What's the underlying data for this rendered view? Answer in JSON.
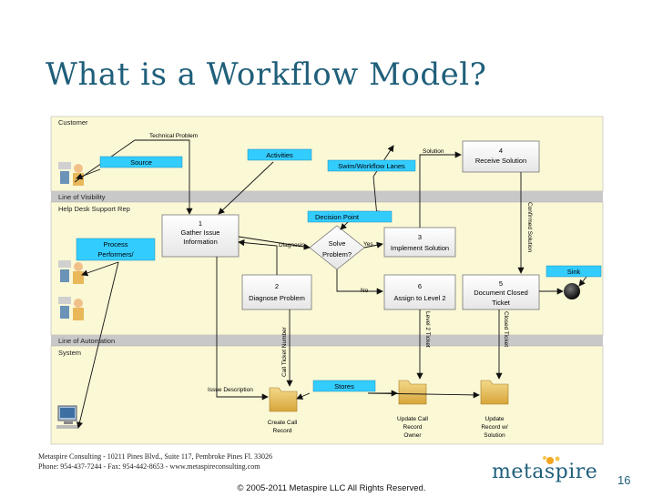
{
  "title": "What is a Workflow Model?",
  "lanes": {
    "customer": "Customer",
    "visibility": "Line of Visibility",
    "helpdesk": "Help Desk Support Rep",
    "automation": "Line of Automation",
    "system": "System"
  },
  "callouts": {
    "source": "Source",
    "activities": "Activities",
    "swim": "Swim/Workflow Lanes",
    "decision": "Decision Point",
    "process_performers_1": "Process",
    "process_performers_2": "Performers/",
    "sink": "Sink",
    "stores": "Stores"
  },
  "boxes": {
    "b1": {
      "num": "1",
      "line1": "Gather Issue",
      "line2": "Information"
    },
    "b2": {
      "num": "2",
      "line1": "Diagnose Problem"
    },
    "b3": {
      "num": "3",
      "line1": "Implement Solution"
    },
    "b4": {
      "num": "4",
      "line1": "Receive Solution"
    },
    "b5": {
      "num": "5",
      "line1": "Document Closed",
      "line2": "Ticket"
    },
    "b6": {
      "num": "6",
      "line1": "Assign to Level 2"
    }
  },
  "decision": {
    "line1": "Solve",
    "line2": "Problem?"
  },
  "flow_labels": {
    "technical_problem": "Technical Problem",
    "solution": "Solution",
    "diagnosis": "Diagnosis",
    "yes": "Yes",
    "no": "No",
    "issue_description": "Issue Description",
    "call_ticket_number": "Call Ticket Number",
    "level2_ticket": "Level 2 Ticket",
    "closed_ticket": "Closed Ticket",
    "confirmed_solution": "Confirmed Solution"
  },
  "stores": {
    "s1": {
      "line1": "Create Call",
      "line2": "Record"
    },
    "s2": {
      "line1": "Update Call",
      "line2": "Record",
      "line3": "Owner"
    },
    "s3": {
      "line1": "Update",
      "line2": "Record w/",
      "line3": "Solution"
    }
  },
  "footer": {
    "address": "Metaspire Consulting - 10211 Pines Blvd., Suite 117, Pembroke Pines Fl. 33026",
    "phone": "Phone: 954-437-7244 - Fax: 954-442-8653 - www.metaspireconsulting.com",
    "copyright": "© 2005-2011 Metaspire LLC  All Rights Reserved.",
    "page_number": "16",
    "logo": "metaspire"
  },
  "colors": {
    "title": "#1f5f7a",
    "lane_fill": "#fbf8d6",
    "divider": "#c8c8c8",
    "callout": "#33ccff",
    "sink": "#22cccc"
  }
}
